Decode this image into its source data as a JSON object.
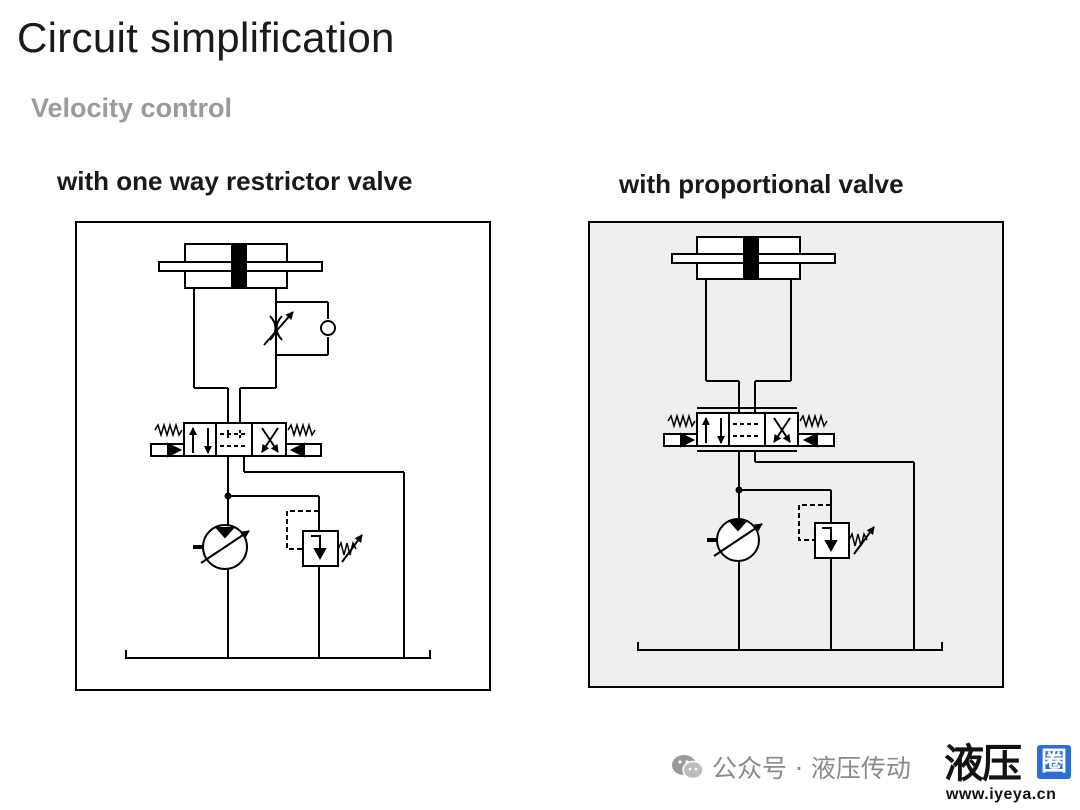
{
  "slide": {
    "title": "Circuit simplification",
    "subtitle": "Velocity control"
  },
  "panels": {
    "left": {
      "title": "with one way restrictor valve"
    },
    "right": {
      "title": "with proportional valve"
    }
  },
  "footer": {
    "account_label": "公众号 · 液压传动",
    "icon": "wechat-icon"
  },
  "watermark": {
    "chars": "液压",
    "badge": "圈",
    "url": "www.iyeya.cn"
  },
  "colors": {
    "title": "#1b1b1b",
    "subtitle": "#9b9b9b",
    "right_panel_bg": "#efefef",
    "watermark_badge": "#2b6fd6"
  }
}
